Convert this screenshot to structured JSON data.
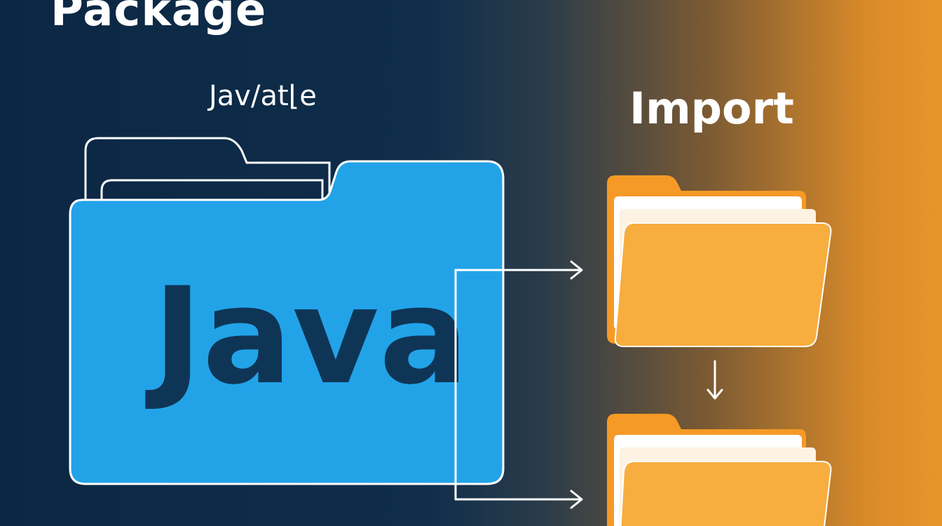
{
  "title": "Package",
  "subtitle": "Jav/at⌊e",
  "import_label": "Import",
  "folder_label": "Java",
  "colors": {
    "blue_folder": "#22a3e8",
    "orange_folder": "#f7a835",
    "text_dark": "#0f3556",
    "bg_left": "#0b2743",
    "bg_right": "#e7962c"
  },
  "icons": [
    "folder-icon",
    "arrow-right-icon",
    "arrow-down-icon"
  ]
}
